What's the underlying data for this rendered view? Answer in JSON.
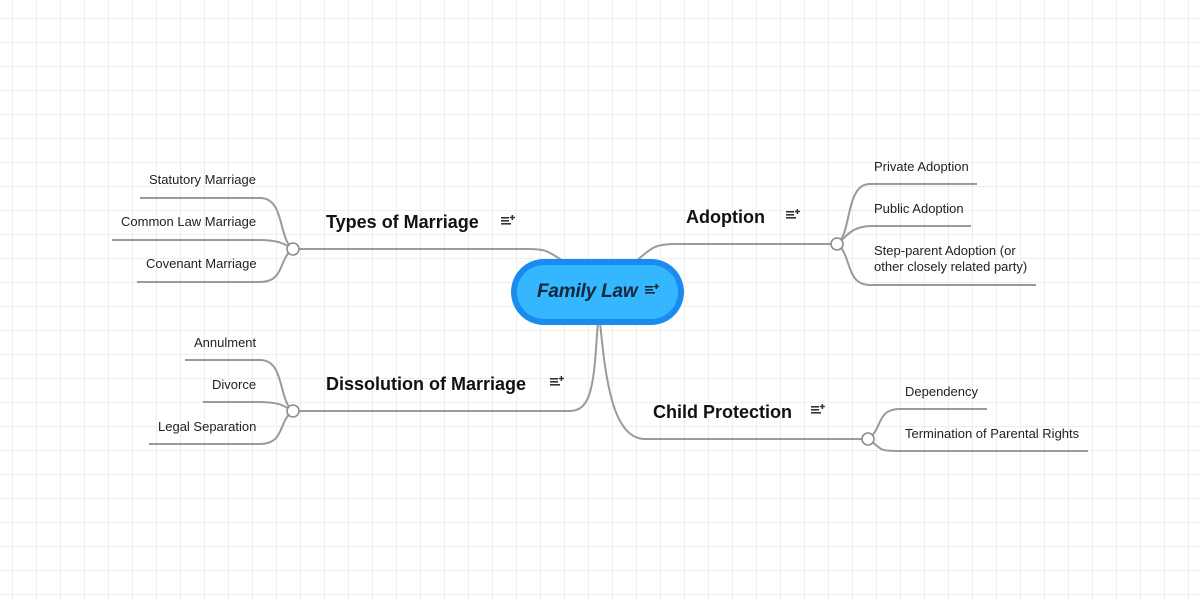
{
  "central": {
    "title": "Family Law",
    "icon": "note-add-icon"
  },
  "branches": {
    "types": {
      "label": "Types of Marriage",
      "children": [
        "Statutory Marriage",
        "Common Law Marriage",
        "Covenant Marriage"
      ]
    },
    "dissolution": {
      "label": "Dissolution of Marriage",
      "children": [
        "Annulment",
        "Divorce",
        "Legal Separation"
      ]
    },
    "adoption": {
      "label": "Adoption",
      "children": [
        "Private Adoption",
        "Public Adoption",
        "Step-parent Adoption (or other closely related party)"
      ]
    },
    "child": {
      "label": "Child Protection",
      "children": [
        "Dependency",
        "Termination of Parental Rights"
      ]
    }
  },
  "colors": {
    "central_outer": "#1a8cf0",
    "central_inner": "#35b7ff",
    "connector": "#9a9a9a",
    "grid": "#eef0e4"
  }
}
